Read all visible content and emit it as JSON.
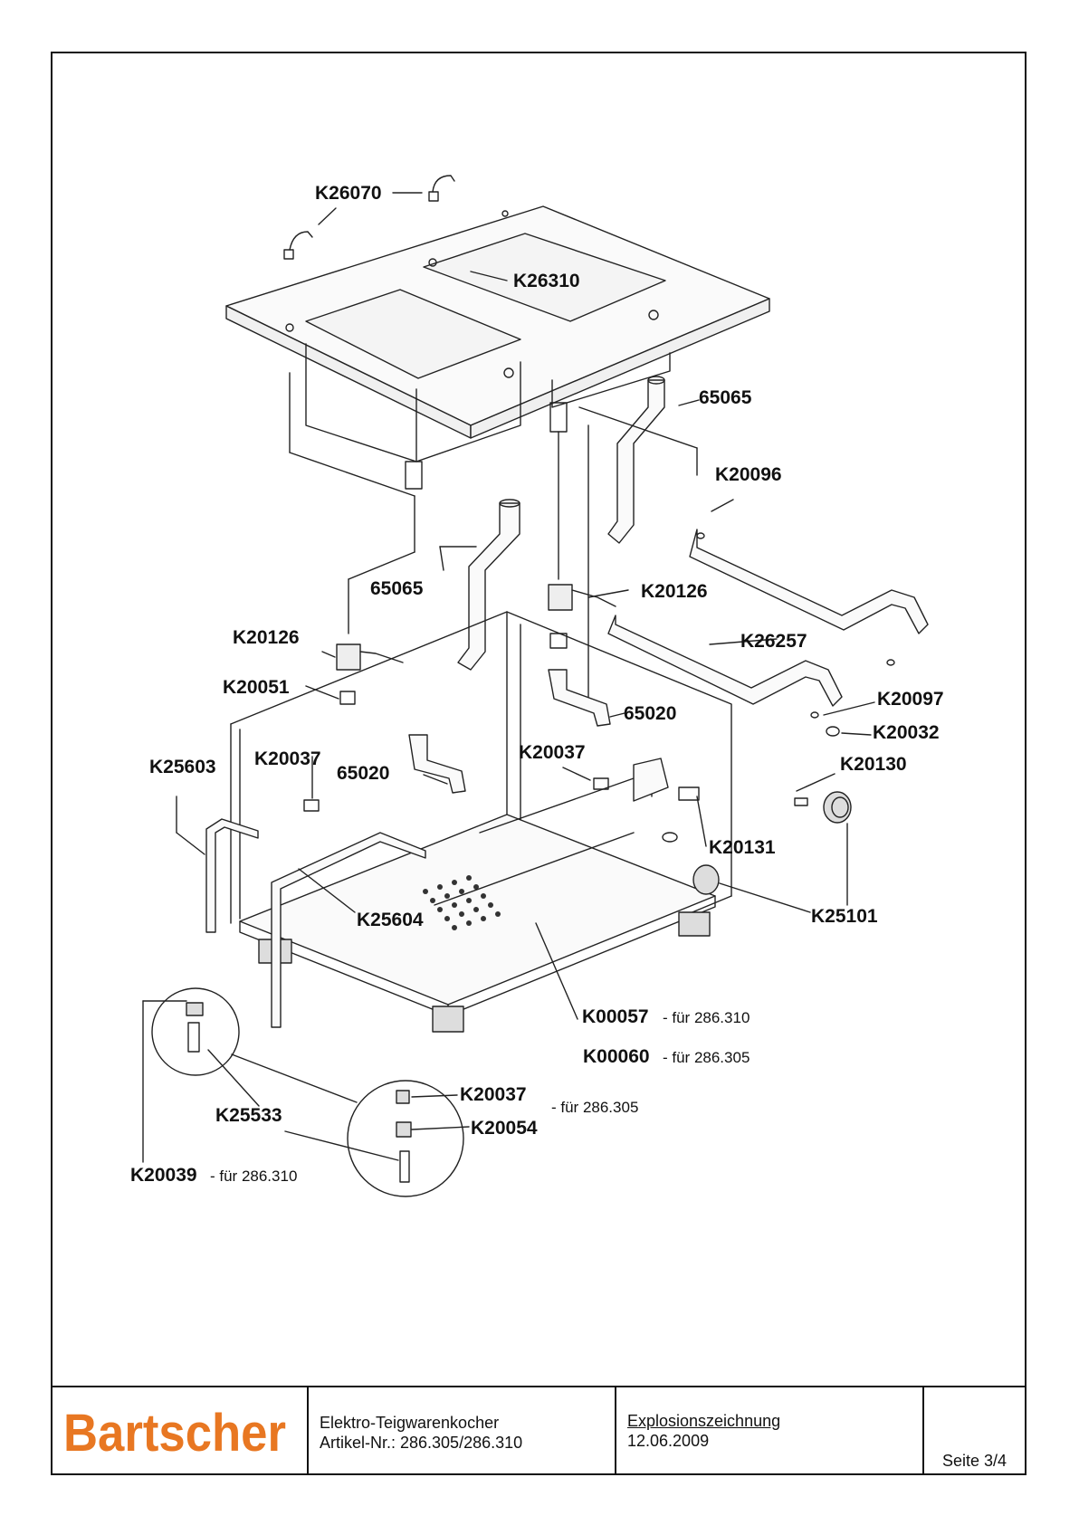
{
  "parts": {
    "k26070": "K26070",
    "k26310": "K26310",
    "p65065_a": "65065",
    "k20096": "K20096",
    "p65065_b": "65065",
    "k20126_a": "K20126",
    "k20126_b": "K20126",
    "k26257": "K26257",
    "k20051": "K20051",
    "k20097": "K20097",
    "p65020_a": "65020",
    "k20032": "K20032",
    "k25603": "K25603",
    "k20037_a": "K20037",
    "p65020_b": "65020",
    "k20037_b": "K20037",
    "k20130": "K20130",
    "k20131": "K20131",
    "k25604": "K25604",
    "k25101": "K25101",
    "k00057": "K00057",
    "k00057_note": "- für 286.310",
    "k00060": "K00060",
    "k00060_note": "- für 286.305",
    "k20037_c": "K20037",
    "k20054": "K20054",
    "detail_note": "- für 286.305",
    "k25533": "K25533",
    "k20039": "K20039",
    "k20039_note": "- für 286.310"
  },
  "title_block": {
    "logo_text": "Bartscher",
    "logo_color": "#e87722",
    "product_name": "Elektro-Teigwarenkocher",
    "article_no": "Artikel-Nr.: 286.305/286.310",
    "doc_type": "Explosionszeichnung",
    "date": "12.06.2009",
    "page": "Seite 3/4"
  }
}
